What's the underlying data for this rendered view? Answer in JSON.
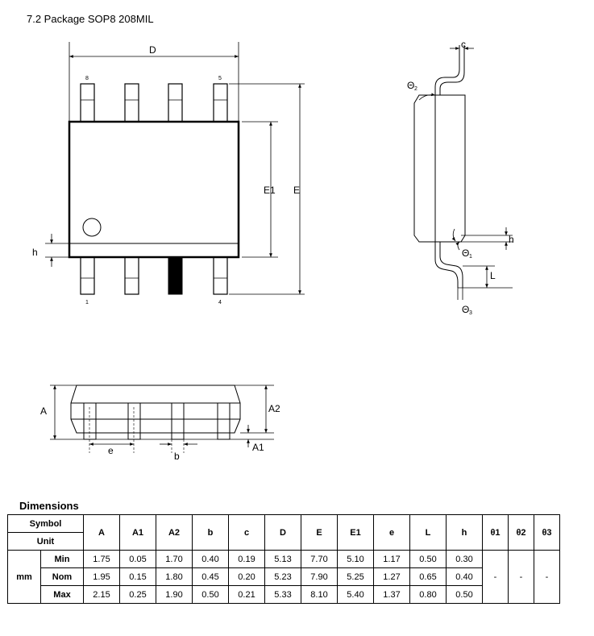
{
  "title": "7.2 Package SOP8 208MIL",
  "section_heading": "Dimensions",
  "top_view": {
    "dim_D": "D",
    "dim_E1": "E1",
    "dim_E": "E",
    "dim_h": "h",
    "pin_8": "8",
    "pin_5": "5",
    "pin_1": "1",
    "pin_4": "4"
  },
  "side_view": {
    "dim_c": "c",
    "theta2": "Θ",
    "theta2_sub": "2",
    "dim_h": "h",
    "theta1": "Θ",
    "theta1_sub": "1",
    "dim_L": "L",
    "theta3": "Θ",
    "theta3_sub": "3"
  },
  "front_view": {
    "dim_A": "A",
    "dim_A2": "A2",
    "dim_A1": "A1",
    "dim_e": "e",
    "dim_b": "b"
  },
  "table": {
    "symbol_label": "Symbol",
    "unit_label": "Unit",
    "unit": "mm",
    "symbols": [
      "A",
      "A1",
      "A2",
      "b",
      "c",
      "D",
      "E",
      "E1",
      "e",
      "L",
      "h",
      "θ1",
      "θ2",
      "θ3"
    ],
    "rows": [
      {
        "label": "Min",
        "values": [
          "1.75",
          "0.05",
          "1.70",
          "0.40",
          "0.19",
          "5.13",
          "7.70",
          "5.10",
          "1.17",
          "0.50",
          "0.30"
        ]
      },
      {
        "label": "Nom",
        "values": [
          "1.95",
          "0.15",
          "1.80",
          "0.45",
          "0.20",
          "5.23",
          "7.90",
          "5.25",
          "1.27",
          "0.65",
          "0.40"
        ]
      },
      {
        "label": "Max",
        "values": [
          "2.15",
          "0.25",
          "1.90",
          "0.50",
          "0.21",
          "5.33",
          "8.10",
          "5.40",
          "1.37",
          "0.80",
          "0.50"
        ]
      }
    ],
    "theta_values": [
      "-",
      "-",
      "-"
    ]
  }
}
